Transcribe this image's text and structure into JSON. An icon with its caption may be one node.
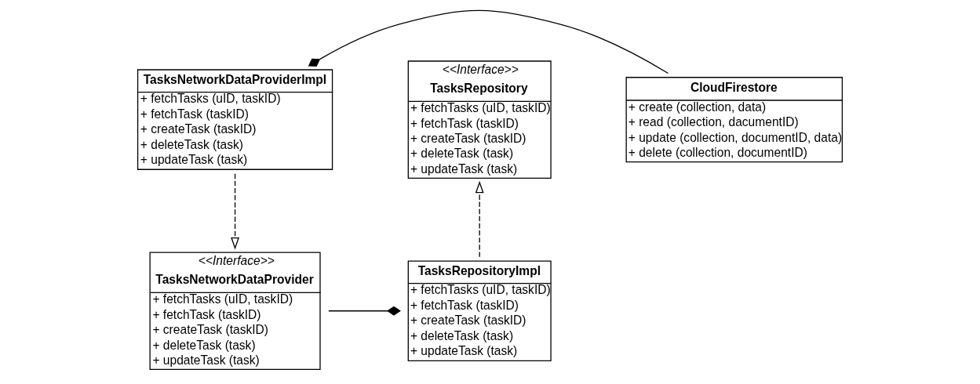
{
  "diagram": {
    "nodes": [
      {
        "text": [
          "TasksNetworkDataProviderImpl",
          "+ fetchTasks (uID, taskID)",
          "+ fetchTask (taskID)",
          "+ createTask (taskID)",
          "+ deleteTask (task)",
          "+ updateTask (task)"
        ]
      },
      {
        "text": [
          "<<Interface>>",
          "TasksRepository",
          "+ fetchTasks (uID, taskID)",
          "+ fetchTask (taskID)",
          "+ createTask (taskID)",
          "+ deleteTask (task)",
          "+ updateTask (task)"
        ]
      },
      {
        "text": [
          "CloudFirestore",
          "+ create (collection, data)",
          "+ read (collection, dacumentID)",
          "+ update (collection, documentID, data)",
          "+ delete (collection, documentID)"
        ]
      },
      {
        "text": [
          "<<Interface>>",
          "TasksNetworkDataProvider",
          "+ fetchTasks (uID, taskID)",
          "+ fetchTask (taskID)",
          "+ createTask (taskID)",
          "+ deleteTask (task)",
          "+ updateTask (task)"
        ]
      },
      {
        "text": [
          "TasksRepositoryImpl",
          "+ fetchTasks (uID, taskID)",
          "+ fetchTask (taskID)",
          "+ createTask (taskID)",
          "+ deleteTask (task)",
          "+ updateTask (task)"
        ]
      }
    ],
    "edges": [
      {
        "from": 2,
        "to": 0,
        "arrow": "other"
      },
      {
        "from": 0,
        "to": 3,
        "arrow": "to",
        "style": "dashed"
      },
      {
        "from": 4,
        "to": 1,
        "arrow": "to",
        "style": "dashed"
      },
      {
        "from": 3,
        "to": 4,
        "arrow": "other"
      }
    ]
  }
}
